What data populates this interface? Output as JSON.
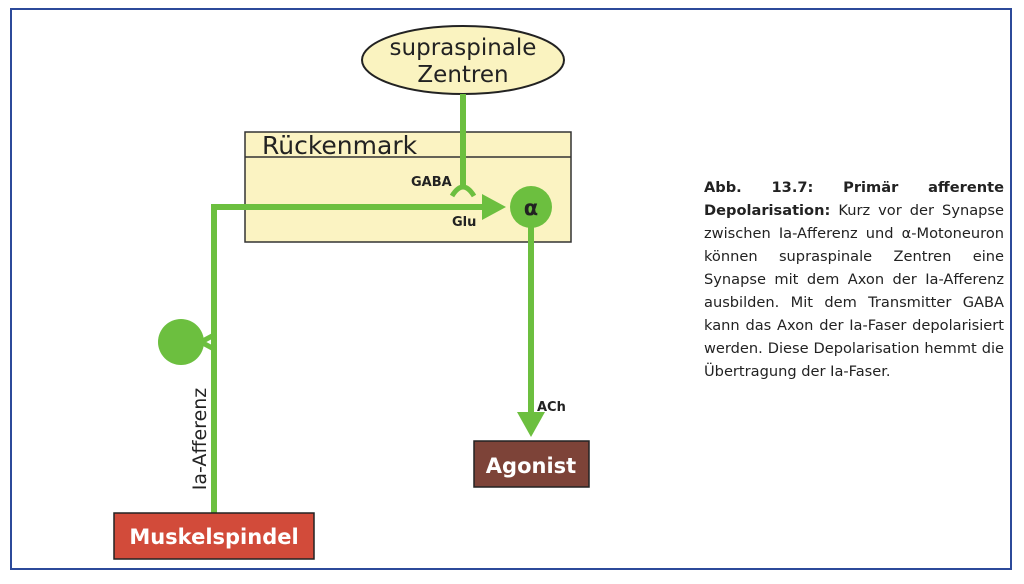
{
  "diagram": {
    "supraspinal_line1": "supraspinale",
    "supraspinal_line2": "Zentren",
    "spinal_cord_title": "Rückenmark",
    "transmitter_gaba": "GABA",
    "transmitter_glu": "Glu",
    "transmitter_ach": "ACh",
    "motoneuron_label": "α",
    "afferent_label": "Ia-Afferenz",
    "muscle_spindle_label": "Muskelspindel",
    "agonist_label": "Agonist"
  },
  "caption": {
    "heading": "Abb. 13.7: Primär afferente Depolarisation:",
    "body": "Kurz vor der Synapse zwischen Ia-Afferenz und α-Motoneuron können supraspinale Zentren eine Synapse mit dem Axon der Ia-Afferenz ausbilden. Mit dem Transmitter GABA kann das Axon der Ia-Faser depolarisiert werden. Diese Depolarisation hemmt die Über­tragung der Ia-Faser."
  },
  "colors": {
    "frame": "#2c4a9a",
    "axon_green": "#6cbf3f",
    "ellipse_fill": "#faf3c0",
    "cord_fill": "#fbf3c2",
    "muscle_red": "#d24b3a",
    "agonist_brown": "#7d4338"
  }
}
